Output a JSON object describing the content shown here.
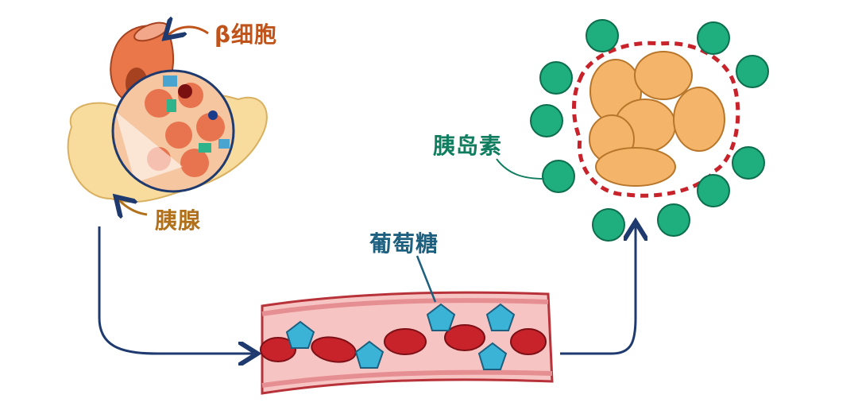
{
  "labels": {
    "beta_cell": "β细胞",
    "pancreas": "胰腺",
    "glucose": "葡萄糖",
    "insulin": "胰岛素"
  },
  "colors": {
    "beta_cell": "#c0531a",
    "pancreas": "#b0701c",
    "glucose": "#1c5f7e",
    "insulin": "#0f7d5e",
    "arrow": "#1f3a6e",
    "insulin_ball": "#1fae7e",
    "glucose_shape": "#3bb3d6",
    "blood_cell": "#c8232b",
    "vessel": "#f3b7b7"
  }
}
